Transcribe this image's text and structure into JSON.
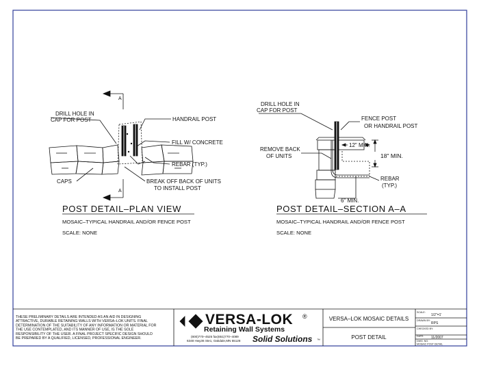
{
  "plan_view": {
    "section_marker": "A",
    "section_marker_bottom": "A",
    "callouts": {
      "drill_hole_line1": "DRILL HOLE IN",
      "drill_hole_line2": "CAP FOR POST",
      "handrail_post": "HANDRAIL POST",
      "fill_concrete": "FILL W/ CONCRETE",
      "rebar": "REBAR (TYP.)",
      "break_off_line1": "BREAK OFF BACK OF UNITS",
      "break_off_line2": "TO INSTALL POST",
      "caps": "CAPS"
    },
    "title": "POST DETAIL–PLAN VIEW",
    "subtitle": "MOSAIC–TYPICAL HANDRAIL AND/OR FENCE POST",
    "scale": "SCALE: NONE"
  },
  "section_view": {
    "callouts": {
      "drill_hole_line1": "DRILL HOLE IN",
      "drill_hole_line2": "CAP FOR POST",
      "fence_post_line1": "FENCE POST",
      "fence_post_line2": "OR HANDRAIL POST",
      "remove_back_line1": "REMOVE BACK",
      "remove_back_line2": "OF UNITS",
      "dim_12": "12\" MIN.",
      "dim_18": "18\" MIN.",
      "rebar_line1": "REBAR",
      "rebar_line2": "(TYP.)",
      "dim_6": "6\" MIN."
    },
    "title": "POST DETAIL–SECTION A–A",
    "subtitle": "MOSAIC–TYPICAL HANDRAIL AND/OR FENCE POST",
    "scale": "SCALE: NONE"
  },
  "title_block": {
    "disclaimer": [
      "THESE PRELIMINARY DETAILS ARE INTENDED AS AN AID IN DESIGNING",
      "ATTRACTIVE, DURABLE RETAINING WALLS WITH VERSA–LOK UNITS.  FINAL",
      "DETERMINATION OF THE SUITABILITY OF ANY INFORMATION OR MATERIAL FOR",
      "THE USE CONTEMPLATED, AND ITS MANNER OF USE, IS THE SOLE",
      "RESPONSIBILITY OF THE USER.  A FINAL PROJECT SPECIFIC DESIGN SHOULD",
      "BE PREPARED BY A QUALIFIED, LICENSED, PROFESSIONAL ENGINEER."
    ],
    "logo_text": "VERSA-LOK",
    "logo_registered": "®",
    "company": "Retaining Wall Systems",
    "phone": "(800)770–4525  fax(651)770–4089",
    "address": "6348 Hwy36 Ste1, Oakdale,MN 55128",
    "tagline": "Solid Solutions",
    "tagline_tm": "™",
    "project": "VERSA–LOK MOSAIC DETAILS",
    "sheet": "POST DETAIL",
    "fields": {
      "scale_label": "SCALE:",
      "scale_value": "1/2\"=1'",
      "drawn_label": "DRAWN BY:",
      "drawn_value": "RPS",
      "checked_label": "CHECKED BY:",
      "checked_value": "",
      "date_label": "DATE:",
      "date_value": "11/2007",
      "dwg_label": "DWG. NO.",
      "dwg_value": "MOSAIC POST DETAIL"
    }
  },
  "colors": {
    "border": "#2e3d9a",
    "line": "#111111"
  }
}
